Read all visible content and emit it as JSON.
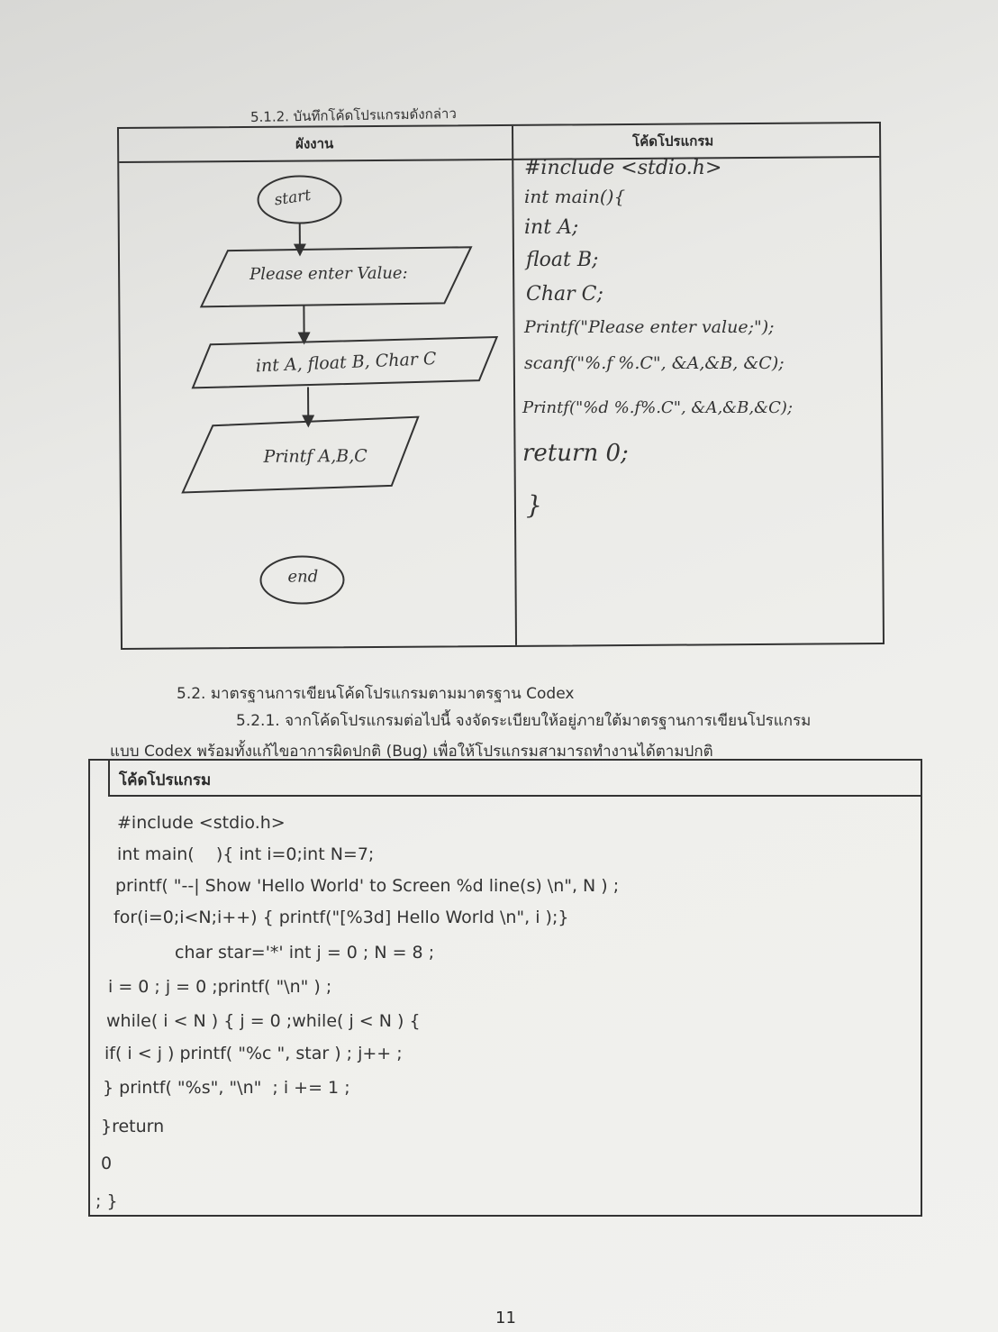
{
  "section_512": {
    "title": "5.1.2. บันทึกโค้ดโปรแกรมดังกล่าว"
  },
  "table1": {
    "col_flowchart": "ผังงาน",
    "col_code": "โค้ดโปรแกรม",
    "flowchart": {
      "start": "start",
      "input_prompt": "Please enter Value:",
      "declare": "int A, float B, Char C",
      "output": "Printf A,B,C",
      "end": "end"
    },
    "handwritten_code": [
      "#include <stdio.h>",
      "int main(){",
      "int A;",
      "float B;",
      "Char C;",
      "Printf(\"Please enter value;\");",
      "scanf(\"%.f %.C\", &A,&B, &C);",
      "Printf(\"%d %.f%.C\", &A,&B,&C);",
      "return  0;",
      "}"
    ]
  },
  "section_52": {
    "title": "5.2. มาตรฐานการเขียนโค้ดโปรแกรมตามมาตรฐาน Codex",
    "sub_title": "5.2.1. จากโค้ดโปรแกรมต่อไปนี้ จงจัดระเบียบให้อยู่ภายใต้มาตรฐานการเขียนโปรแกรม",
    "sub_line2": "แบบ Codex พร้อมทั้งแก้ไขอาการผิดปกติ (Bug) เพื่อให้โปรแกรมสามารถทำงานได้ตามปกติ"
  },
  "table2": {
    "header": "โค้ดโปรแกรม",
    "code_lines": [
      "#include <stdio.h>",
      "int main(    ){ int i=0;int N=7;",
      "printf( \"--| Show 'Hello World' to Screen %d line(s) \\n\", N ) ;",
      "for(i=0;i<N;i++) { printf(\"[%3d] Hello World \\n\", i );}",
      "char star='*' int j = 0 ; N = 8 ;",
      "i = 0 ; j = 0 ;printf( \"\\n\" ) ;",
      "while( i < N ) { j = 0 ;while( j < N ) {",
      "if( i < j ) printf( \"%c \", star ) ; j++ ;",
      "} printf( \"%s\", \"\\n\"  ; i += 1 ;",
      "}return",
      "0",
      "; }"
    ]
  },
  "page_number": "11"
}
